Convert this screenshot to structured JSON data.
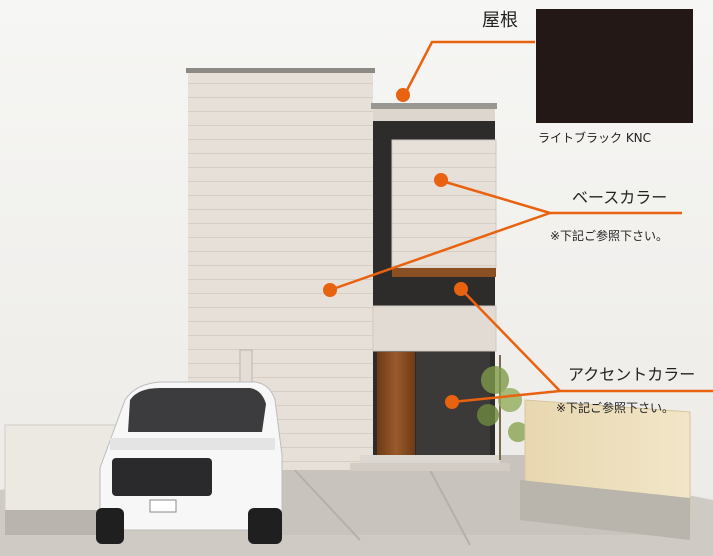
{
  "roof": {
    "title": "屋根",
    "swatch_name": "ライトブラック KNC",
    "swatch_color": "#231815"
  },
  "base_color": {
    "title": "ベースカラー",
    "note": "※下記ご参照下さい。"
  },
  "accent_color": {
    "title": "アクセントカラー",
    "note": "※下記ご参照下さい。"
  },
  "colors": {
    "callout_orange": "#e8620f",
    "wall_light": "#e9e2db",
    "wall_dark": "#2d2c2b",
    "wood": "#8a4f22"
  }
}
